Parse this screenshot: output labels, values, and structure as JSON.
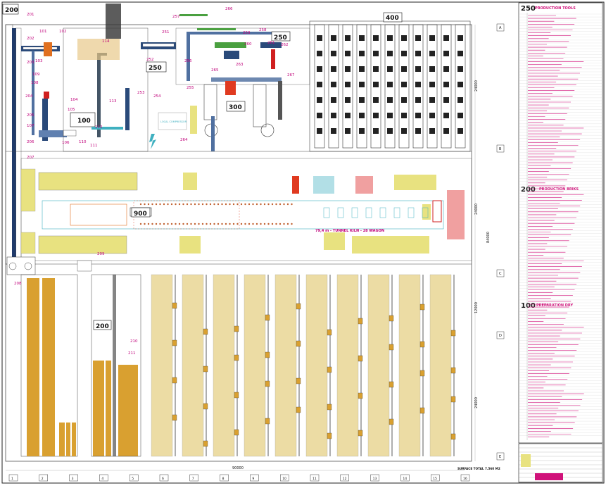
{
  "title_block": {
    "sections": [
      "250",
      "200",
      "100"
    ],
    "labels": [
      "PRODUCTION TOOLS",
      "PRODUCTION BRIKS",
      "PREPARATION DRY"
    ]
  },
  "areas": {
    "a200_top": "200",
    "a100": "100",
    "a250": "250",
    "a300": "300",
    "a400": "400",
    "a900": "900",
    "a200_bottom": "200",
    "b250_small": "250"
  },
  "kiln_label": "79,4 m - TUNNEL KILN - 28 WAGON",
  "dims": {
    "right_top": "24000",
    "right_mid": "24000",
    "right_total": "84000",
    "right_c": "12000",
    "right_bottom": "24000",
    "bottom_total": "90000",
    "surface": "SURFACE TOTAL 7.560 M2"
  },
  "row_letters": [
    "A",
    "B",
    "C",
    "D",
    "E"
  ],
  "col_numbers": [
    "1",
    "2",
    "3",
    "4",
    "5",
    "6",
    "7",
    "8",
    "9",
    "10",
    "11",
    "12",
    "13",
    "14",
    "15",
    "16"
  ],
  "callouts": [
    "201",
    "202",
    "203",
    "204",
    "205",
    "206",
    "207",
    "208",
    "209",
    "210",
    "211",
    "101",
    "102",
    "103",
    "104",
    "105",
    "106",
    "107",
    "108",
    "109",
    "110",
    "111",
    "112",
    "113",
    "114",
    "251",
    "252",
    "253",
    "254",
    "255",
    "256",
    "257",
    "258",
    "259",
    "260",
    "261",
    "262",
    "263",
    "264",
    "265",
    "266",
    "267"
  ],
  "local_box": "LOCAL COMPRESSOR",
  "colors": {
    "accent": "#c0007a",
    "yellow": "#e8e280",
    "orange": "#d9a030",
    "red": "#d02020",
    "sand": "#d8c070",
    "cyan": "#3fb0c0"
  }
}
